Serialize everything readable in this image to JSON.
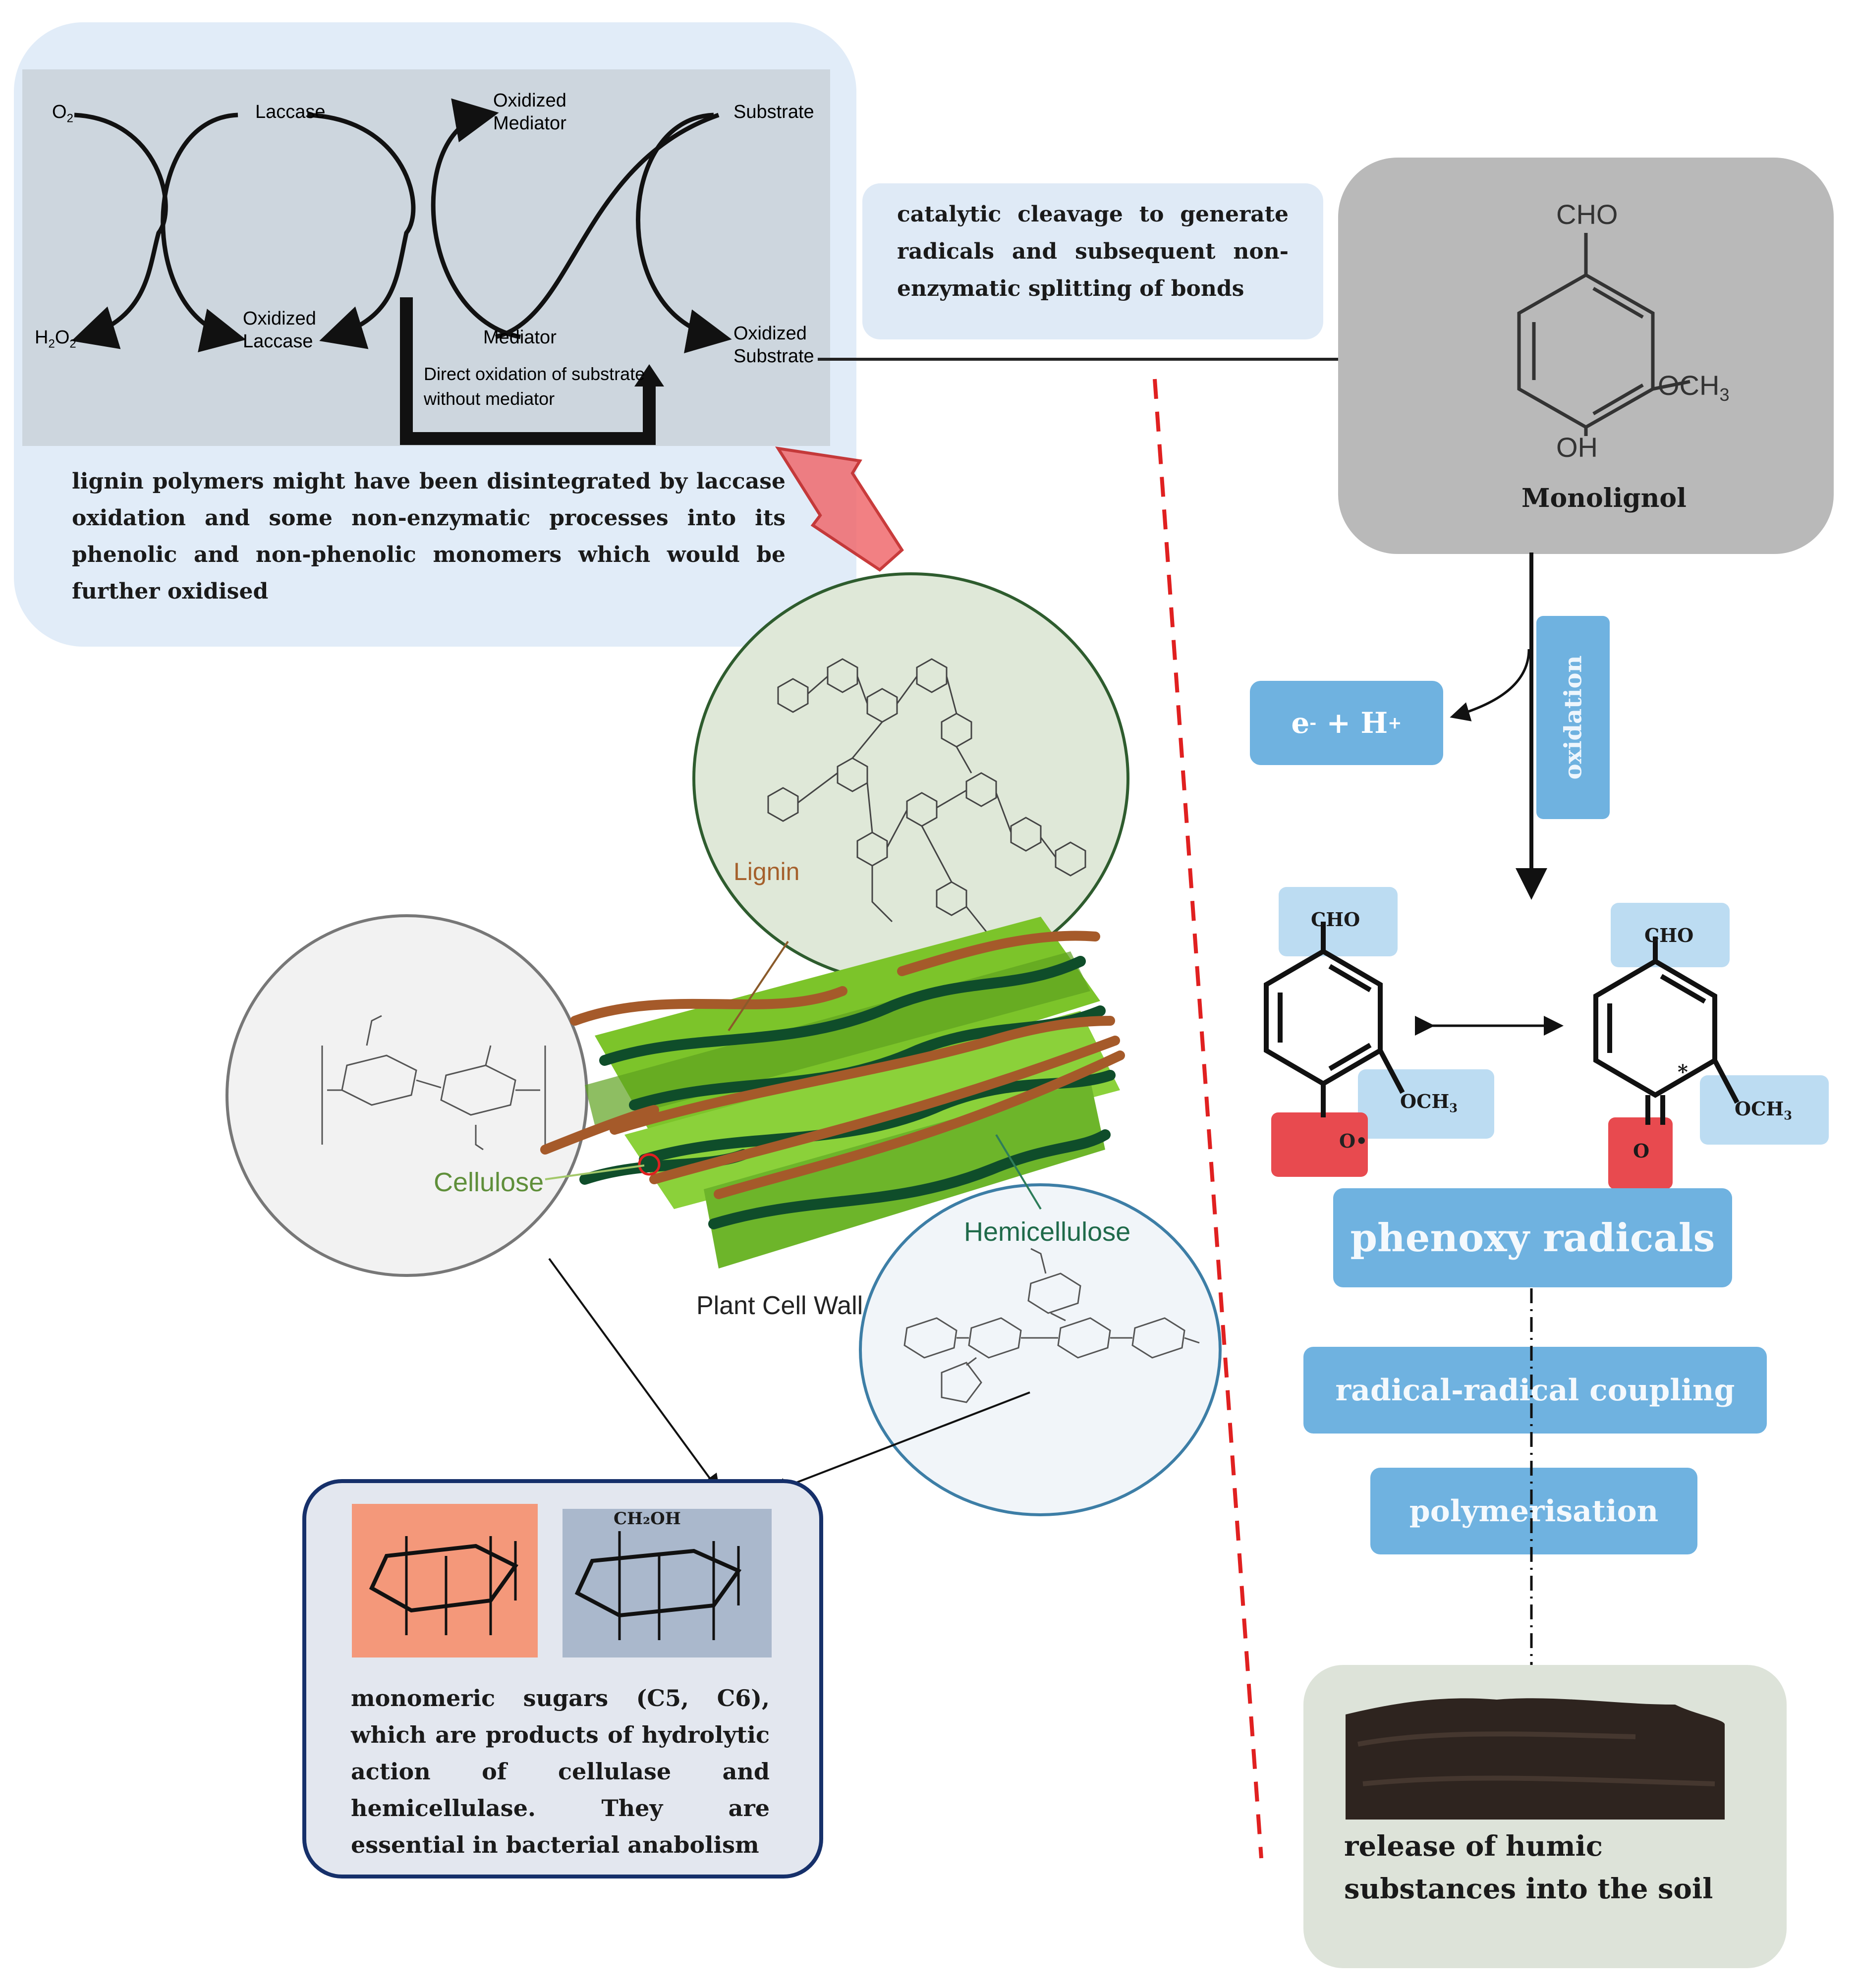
{
  "laccase_cycle": {
    "o2": "O",
    "o2_sub": "2",
    "h2o2": "H",
    "h2o2_sub1": "2",
    "h2o2_o": "O",
    "h2o2_sub2": "2",
    "laccase": "Laccase",
    "oxidized_laccase_l1": "Oxidized",
    "oxidized_laccase_l2": "Laccase",
    "oxidized_mediator_l1": "Oxidized",
    "oxidized_mediator_l2": "Mediator",
    "mediator": "Mediator",
    "substrate": "Substrate",
    "oxidized_substrate_l1": "Oxidized",
    "oxidized_substrate_l2": "Substrate",
    "direct_l1": "Direct oxidation of substrate",
    "direct_l2": "without mediator"
  },
  "lignin_caption": "lignin polymers might have been disintegrated by laccase oxidation and some non-enzymatic processes into its phenolic and non-phenolic monomers which would be further oxidised",
  "catalytic_text": "catalytic cleavage to generate radicals and subsequent non-enzymatic splitting of bonds",
  "monolignol": {
    "cho": "CHO",
    "och": "OCH",
    "och_sub": "3",
    "oh": "OH",
    "label": "Monolignol"
  },
  "oxidation_label": "oxidation",
  "electron": {
    "e": "e",
    "e_sup": "-",
    "plus_h": " + H",
    "h_sup": "+"
  },
  "radical_left": {
    "cho": "CHO",
    "och": "OCH",
    "och_sub": "3",
    "o": "O•"
  },
  "radical_right": {
    "cho": "CHO",
    "och": "OCH",
    "och_sub": "3",
    "o": "O",
    "star": "*"
  },
  "phenoxy": "phenoxy radicals",
  "coupling": "radical-radical coupling",
  "polymerisation": "polymerisation",
  "humic": "release of humic substances into the soil",
  "plant": {
    "lignin": "Lignin",
    "cellulose": "Cellulose",
    "hemicellulose": "Hemicellulose",
    "plant_cell_wall": "Plant Cell Wall"
  },
  "sugars": {
    "ch2oh": "CH₂OH",
    "caption": "monomeric sugars (C5, C6), which are products of hydrolytic action of cellulase and hemicellulase. They are essential in bacterial anabolism"
  },
  "colors": {
    "light_blue_box": "#dfeaf6",
    "gray_box": "#b9b9b9",
    "blue_label": "#6fb2e0",
    "pale_blue": "#bcdcf2",
    "red_box": "#e84a4f",
    "dashed_red": "#e02020",
    "lignin_circle": "#dfe8d8",
    "fiber_green": "#7cc42a",
    "fiber_brown": "#a55a2a",
    "navy_border": "#16306a",
    "glucose_orange": "#f4987a",
    "glucose_gray": "#aab8cc",
    "soil_box": "#dde3d9"
  }
}
